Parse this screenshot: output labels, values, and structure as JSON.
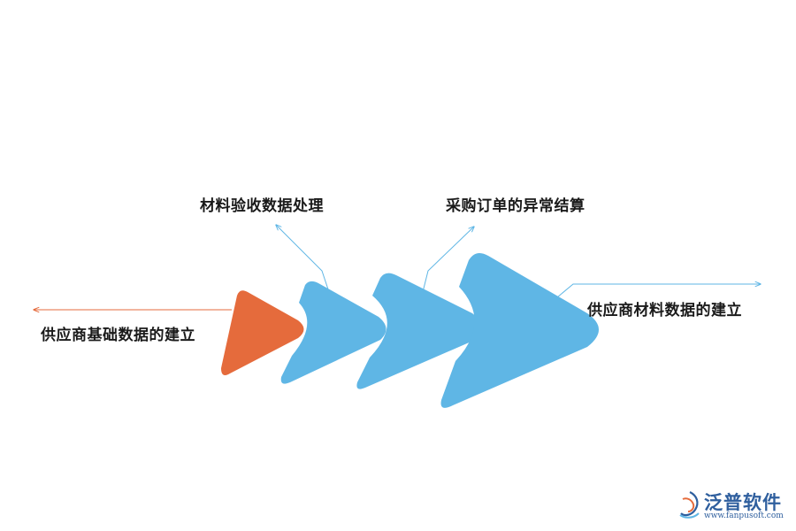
{
  "colors": {
    "blue": "#5fb6e5",
    "orange": "#e56b3c",
    "blue_line": "#5fb6e5",
    "orange_line": "#e56b3c"
  },
  "labels": {
    "supplier_base": "供应商基础数据的建立",
    "material_accept": "材料验收数据处理",
    "po_settle": "采购订单的异常结算",
    "supplier_material": "供应商材料数据的建立"
  },
  "logo": {
    "icon": "fanpu-logo-icon",
    "name": "泛普软件",
    "url": "www.fanpusoft.com"
  }
}
